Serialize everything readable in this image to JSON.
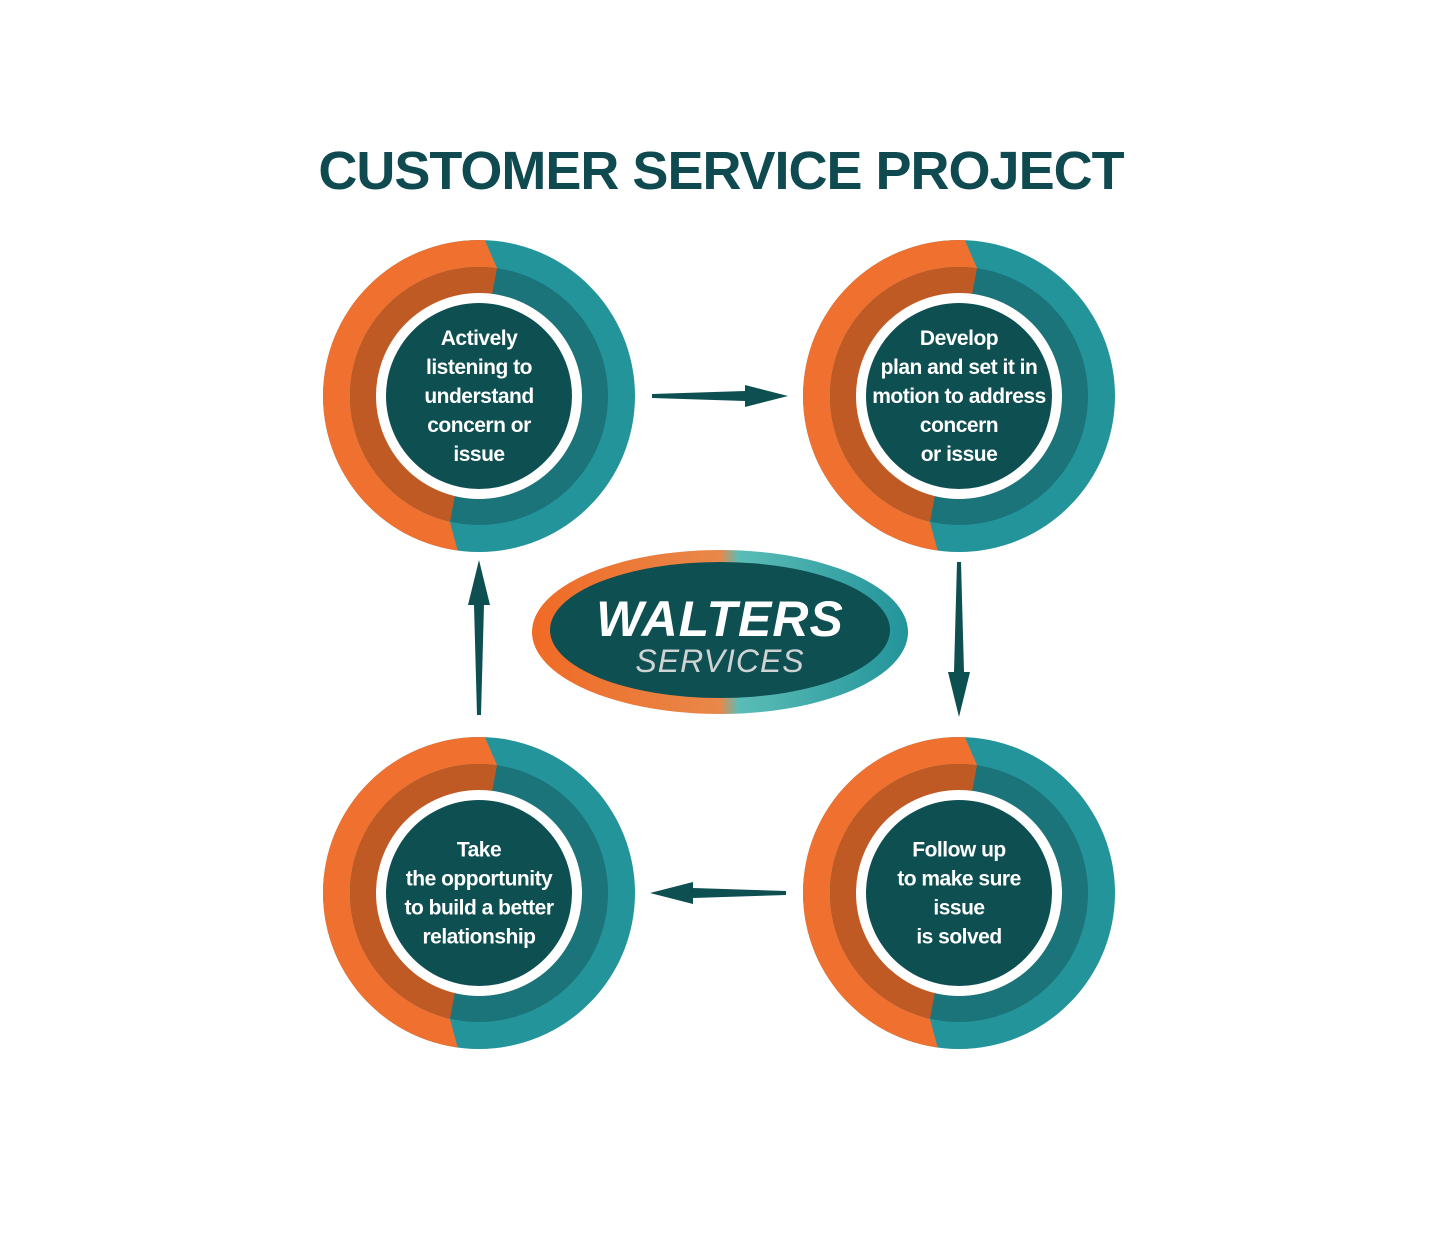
{
  "title": "CUSTOMER SERVICE PROJECT",
  "logo": {
    "line1": "WALTERS",
    "line2": "SERVICES"
  },
  "colors": {
    "orange": "#f07030",
    "orange_dark": "#c05a24",
    "teal": "#22949a",
    "teal_dark": "#1b7479",
    "core": "#0e4f52",
    "title": "#0e4a4f"
  },
  "steps": [
    {
      "lines": [
        "Actively",
        "listening to",
        "understand",
        "concern or",
        "issue"
      ]
    },
    {
      "lines": [
        "Develop",
        "plan and set it in",
        "motion to address",
        "concern",
        "or issue"
      ]
    },
    {
      "lines": [
        "Follow up",
        "to make sure",
        "issue",
        "is solved"
      ]
    },
    {
      "lines": [
        "Take",
        "the opportunity",
        "to build a better",
        "relationship"
      ]
    }
  ]
}
